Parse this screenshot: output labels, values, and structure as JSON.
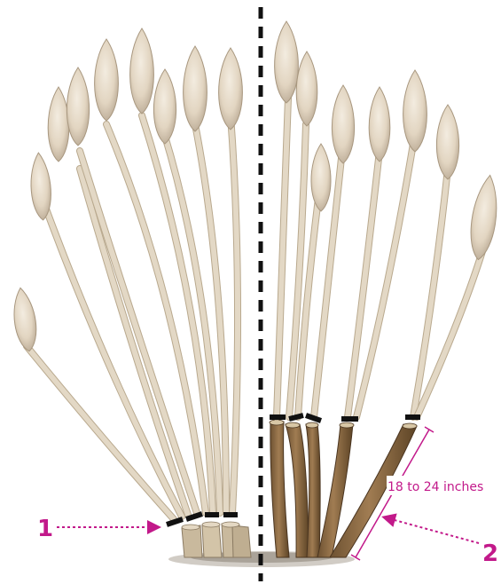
{
  "annotations": {
    "marker_1": "1",
    "marker_2": "2",
    "measure_text": "18 to 24 inches"
  },
  "colors": {
    "accent": "#c2198a",
    "seed_head": "#e6dac9",
    "seed_head_shade": "#b8a893",
    "stem_light": "#dfd3bf",
    "stem_shade": "#b9a98e",
    "woody": "#8a6a44",
    "woody_dark": "#5d4426",
    "cut_mark": "#111111",
    "ground": "#9a938a",
    "divider": "#111111"
  },
  "icons": {
    "left_half": "uncut-grass-clump-illustration",
    "right_half": "pruned-woody-stems-illustration"
  }
}
